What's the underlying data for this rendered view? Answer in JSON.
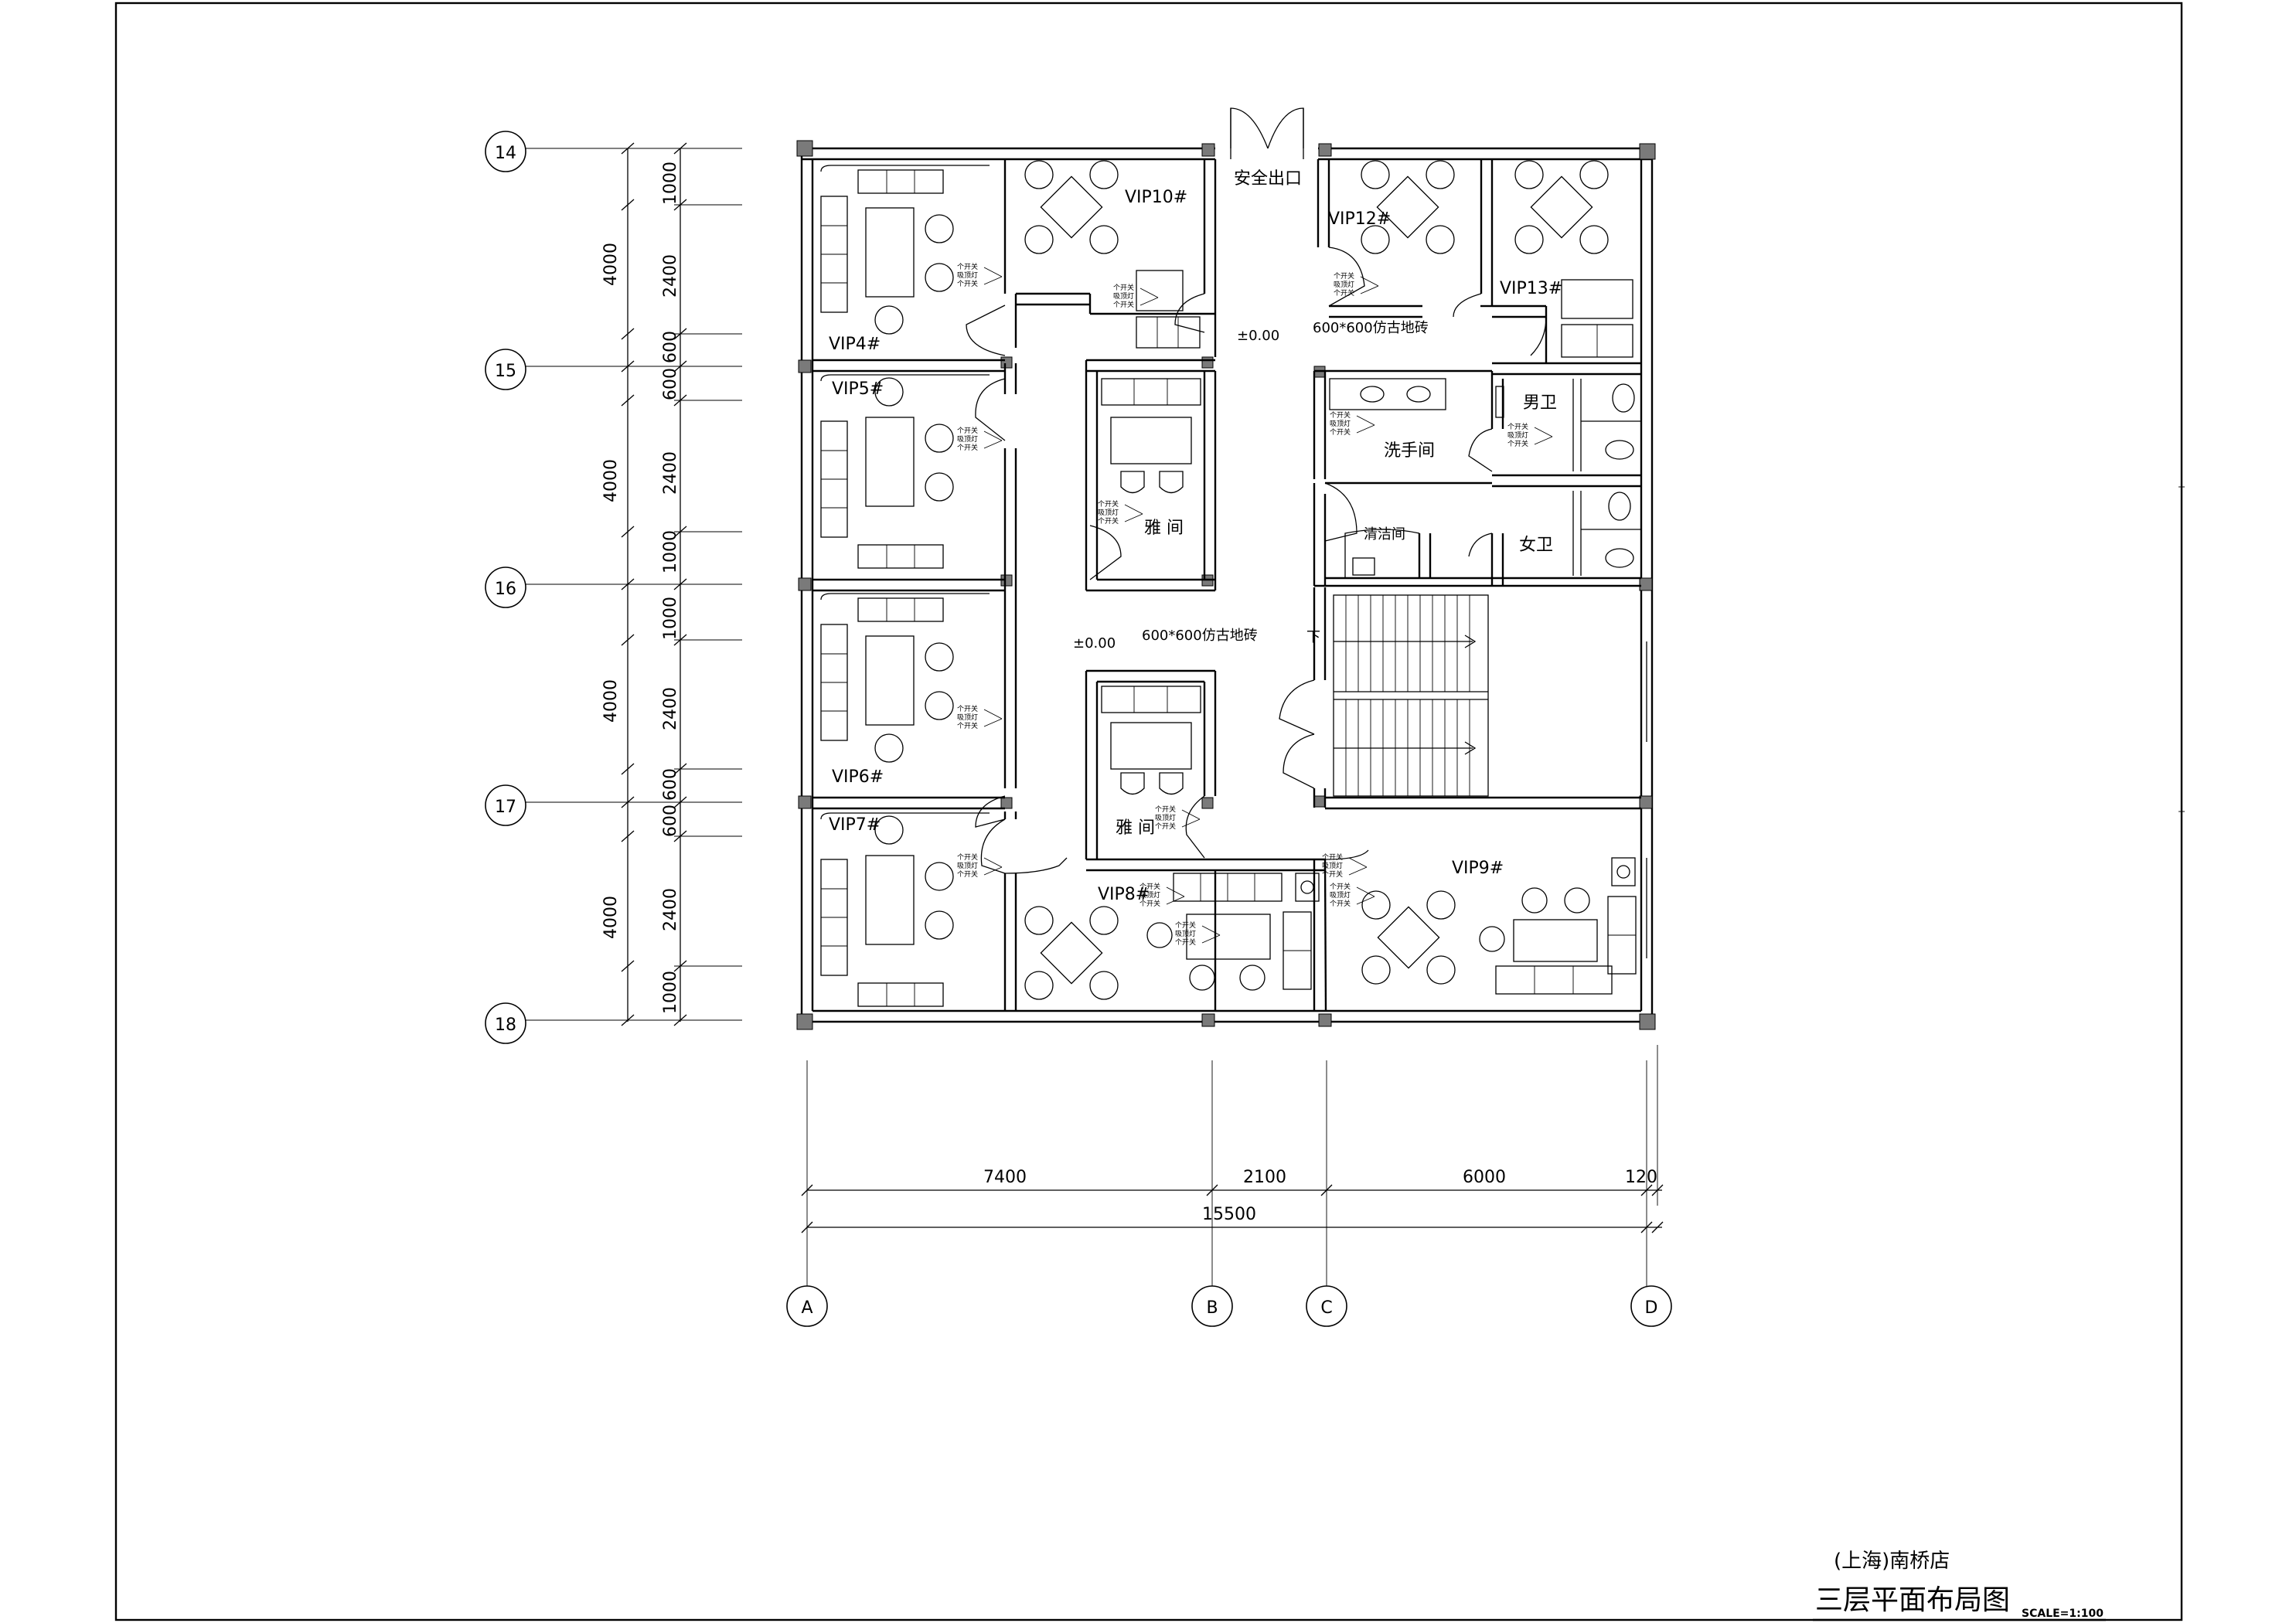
{
  "title": "三层平面布局图",
  "subtitle": "(上海)南桥店",
  "scale": "SCALE=1:100",
  "rooms": {
    "exit": "安全出口",
    "vip4": "VIP4#",
    "vip5": "VIP5#",
    "vip6": "VIP6#",
    "vip7": "VIP7#",
    "vip8": "VIP8#",
    "vip9": "VIP9#",
    "vip10": "VIP10#",
    "vip12": "VIP12#",
    "vip13": "VIP13#",
    "private1": "雅 间",
    "private2": "雅 间",
    "washroom": "洗手间",
    "men": "男卫",
    "women": "女卫",
    "cleaning": "清洁间",
    "down": "下"
  },
  "floor": {
    "level1": "±0.00",
    "tile1": "600*600仿古地砖",
    "level2": "±0.00",
    "tile2": "600*600仿古地砖"
  },
  "switch_note": "个开关",
  "light_note": "吸顶灯",
  "axes": {
    "rows": [
      "14",
      "15",
      "16",
      "17",
      "18"
    ],
    "cols": [
      "A",
      "B",
      "C",
      "D"
    ]
  },
  "dims": {
    "vertical_outer": [
      "4000",
      "4000",
      "4000",
      "4000"
    ],
    "vertical_inner": [
      "1000",
      "2400",
      "600",
      "600",
      "2400",
      "1000",
      "1000",
      "2400",
      "600",
      "600",
      "2400",
      "1000"
    ],
    "horizontal": [
      "7400",
      "2100",
      "6000",
      "120"
    ],
    "total": "15500"
  }
}
